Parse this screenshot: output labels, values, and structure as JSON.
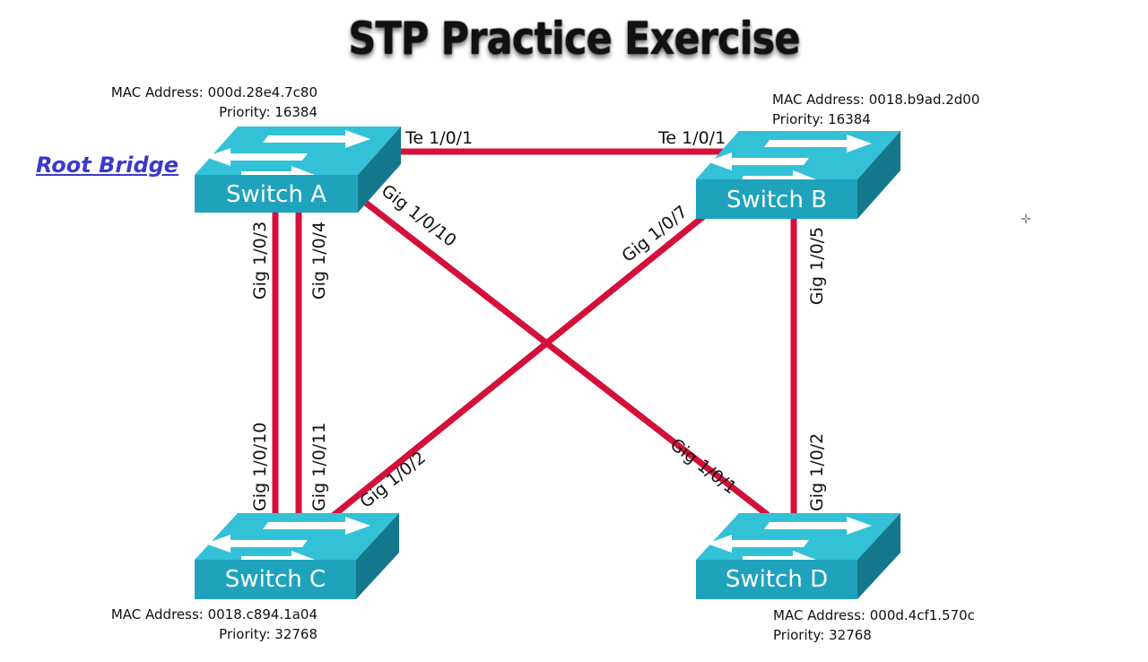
{
  "title": "STP Practice Exercise",
  "root_bridge_label": "Root Bridge",
  "colors": {
    "link": "#d4103a",
    "switch_top": "#33c1d8",
    "switch_front": "#1fa3bd",
    "switch_side": "#14788c"
  },
  "switches": {
    "a": {
      "name": "Switch A",
      "mac": "MAC Address: 000d.28e4.7c80",
      "priority": "Priority: 16384"
    },
    "b": {
      "name": "Switch B",
      "mac": "MAC Address: 0018.b9ad.2d00",
      "priority": "Priority: 16384"
    },
    "c": {
      "name": "Switch C",
      "mac": "MAC Address: 0018.c894.1a04",
      "priority": "Priority: 32768"
    },
    "d": {
      "name": "Switch D",
      "mac": "MAC Address: 000d.4cf1.570c",
      "priority": "Priority: 32768"
    }
  },
  "ports": {
    "ab_a": "Te 1/0/1",
    "ab_b": "Te 1/0/1",
    "ac1_a": "Gig 1/0/3",
    "ac2_a": "Gig 1/0/4",
    "ac1_c": "Gig 1/0/10",
    "ac2_c": "Gig 1/0/11",
    "ad_a": "Gig 1/0/10",
    "ad_d": "Gig 1/0/1",
    "bc_b": "Gig 1/0/7",
    "bc_c": "Gig 1/0/2",
    "bd_b": "Gig 1/0/5",
    "bd_d": "Gig 1/0/2"
  }
}
